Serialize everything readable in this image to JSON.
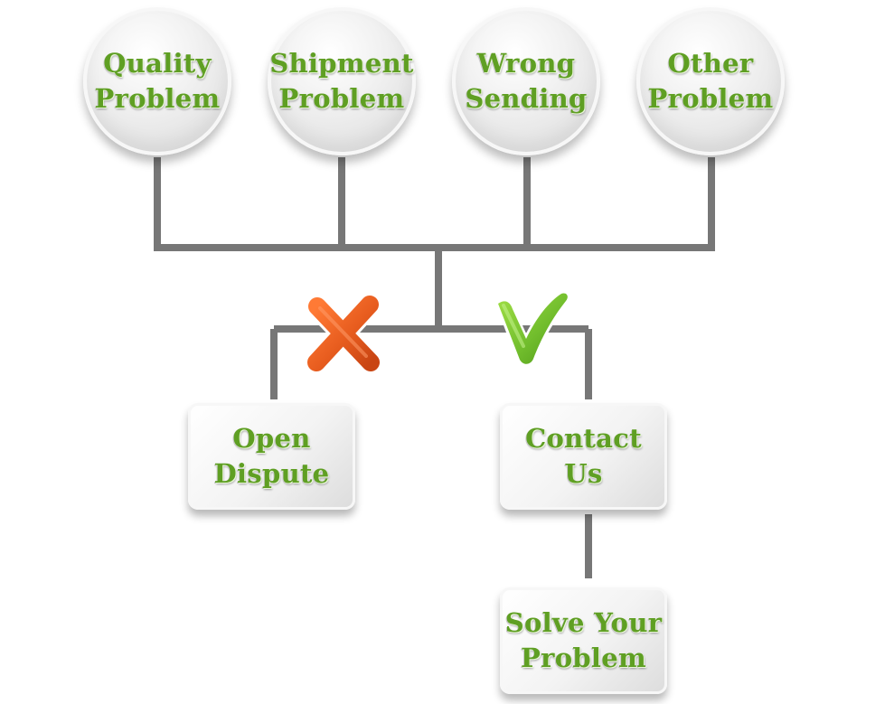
{
  "problems": [
    {
      "line1": "Quality",
      "line2": "Problem"
    },
    {
      "line1": "Shipment",
      "line2": "Problem"
    },
    {
      "line1": "Wrong",
      "line2": "Sending"
    },
    {
      "line1": "Other",
      "line2": "Problem"
    }
  ],
  "options": {
    "reject": {
      "line1": "Open",
      "line2": "Dispute"
    },
    "accept": {
      "line1": "Contact",
      "line2": "Us"
    }
  },
  "result": {
    "line1": "Solve Your",
    "line2": "Problem"
  },
  "icons": {
    "reject": "x-mark-icon",
    "accept": "check-mark-icon"
  },
  "colors": {
    "text": "#5f9f23",
    "connector": "#777777",
    "x_mark": "#e85d1f",
    "check_mark": "#72be2d"
  }
}
